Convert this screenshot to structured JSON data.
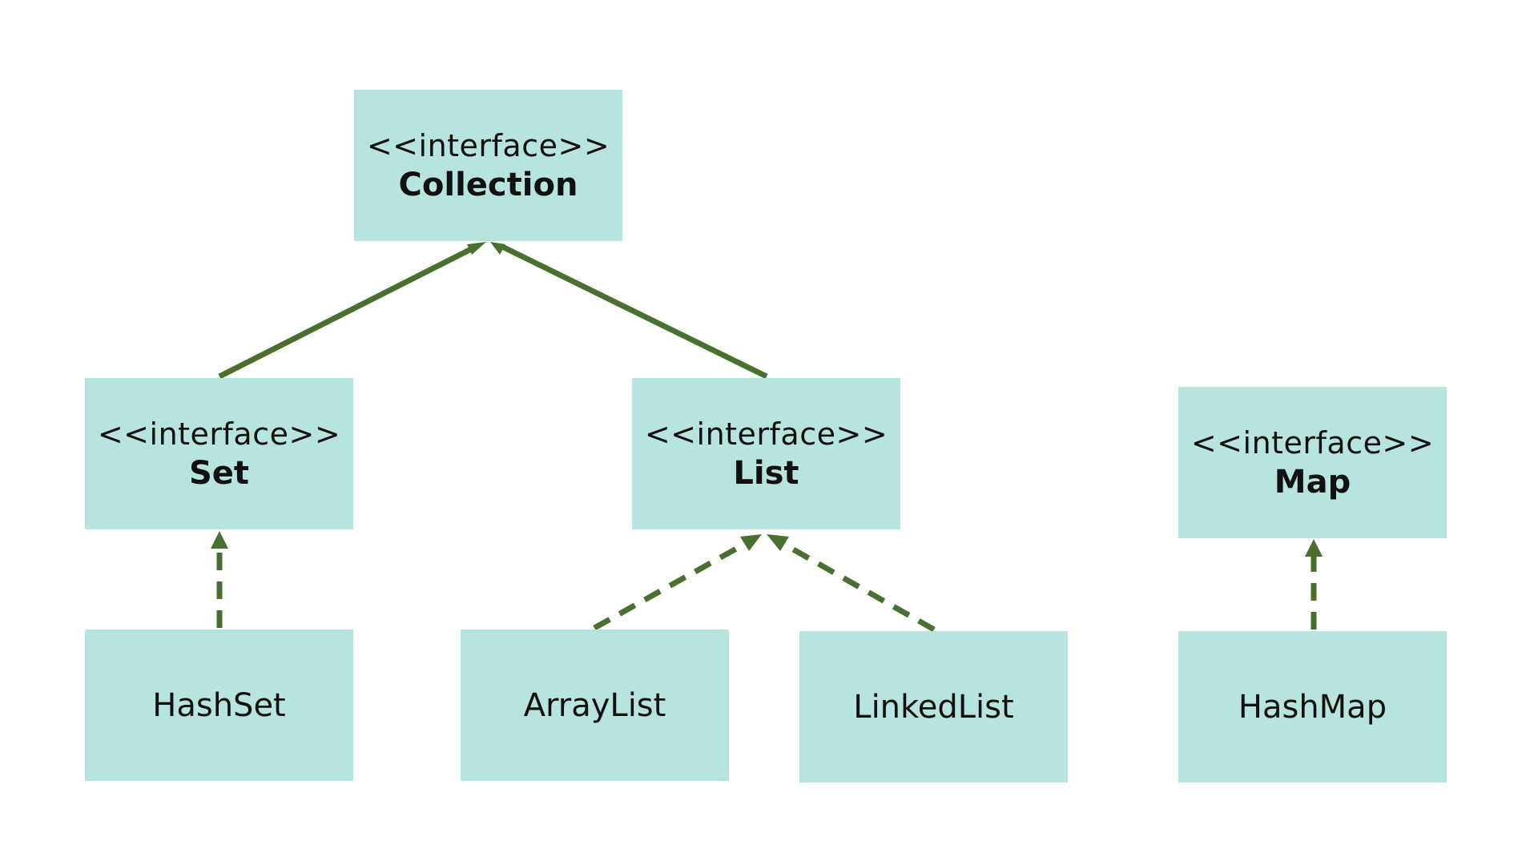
{
  "diagram": {
    "nodes": {
      "collection": {
        "stereotype": "<<interface>>",
        "name": "Collection"
      },
      "set": {
        "stereotype": "<<interface>>",
        "name": "Set"
      },
      "list": {
        "stereotype": "<<interface>>",
        "name": "List"
      },
      "map": {
        "stereotype": "<<interface>>",
        "name": "Map"
      },
      "hashset": {
        "name": "HashSet"
      },
      "arraylist": {
        "name": "ArrayList"
      },
      "linkedlist": {
        "name": "LinkedList"
      },
      "hashmap": {
        "name": "HashMap"
      }
    },
    "edges": [
      {
        "from": "set",
        "to": "collection",
        "style": "solid"
      },
      {
        "from": "list",
        "to": "collection",
        "style": "solid"
      },
      {
        "from": "hashset",
        "to": "set",
        "style": "dashed"
      },
      {
        "from": "arraylist",
        "to": "list",
        "style": "dashed"
      },
      {
        "from": "linkedlist",
        "to": "list",
        "style": "dashed"
      },
      {
        "from": "hashmap",
        "to": "map",
        "style": "dashed"
      }
    ],
    "colors": {
      "box_fill": "#b8e4df",
      "edge": "#4a7030"
    }
  }
}
